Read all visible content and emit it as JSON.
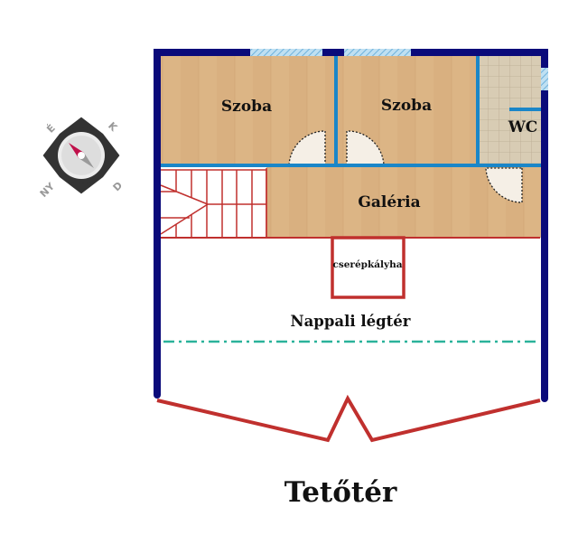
{
  "title": "Tetőtér",
  "rooms": {
    "room1": "Szoba",
    "room2": "Szoba",
    "wc": "WC",
    "gallery": "Galéria",
    "stove": "cserépkályha",
    "living_airspace": "Nappali légtér"
  },
  "compass": {
    "n": "É",
    "e": "K",
    "s": "D",
    "w": "NY"
  },
  "colors": {
    "outer_wall": "#0a0a7a",
    "inner_wall": "#1a86c8",
    "red_line": "#c0302e",
    "floor": "#dcb585",
    "tile": "#d8ccb4",
    "axis_line": "#2bb29a"
  }
}
